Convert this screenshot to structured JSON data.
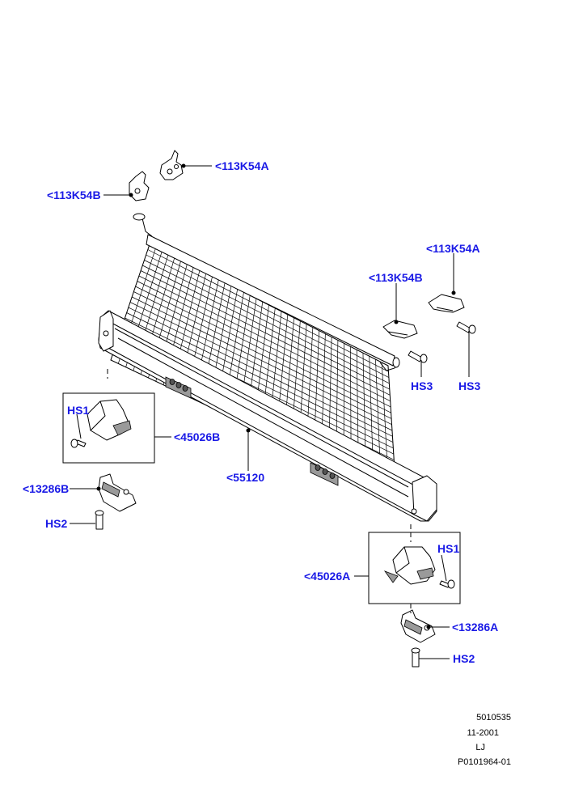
{
  "callouts": {
    "k54a_top": "<113K54A",
    "k54b_top": "<113K54B",
    "k54a_right": "<113K54A",
    "k54b_right": "<113K54B",
    "hs3_left": "HS3",
    "hs3_right": "HS3",
    "hs1_left": "HS1",
    "k45026b": "<45026B",
    "k55120": "<55120",
    "k13286b": "<13286B",
    "hs2_left": "HS2",
    "hs1_right": "HS1",
    "k45026a": "<45026A",
    "k13286a": "<13286A",
    "hs2_right": "HS2"
  },
  "footer": {
    "line1": "5010535",
    "line2": "11-2001",
    "line3": "LJ",
    "line4": "P0101964-01"
  },
  "colors": {
    "label": "#1a1ae6",
    "line": "#000000"
  }
}
